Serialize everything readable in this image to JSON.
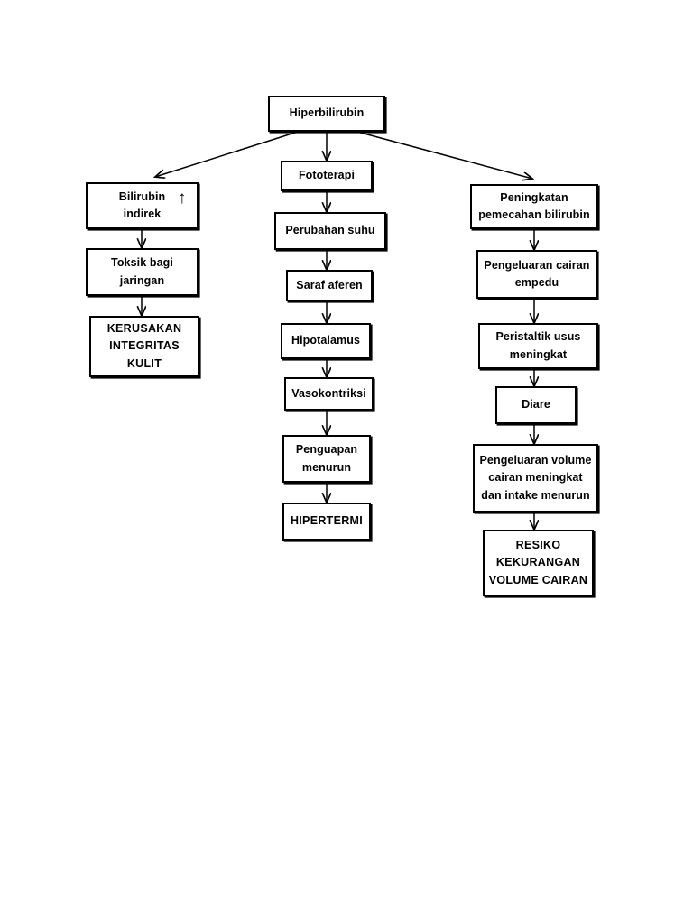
{
  "diagram": {
    "title": "Hiperbilirubin",
    "type": "flowchart",
    "language": "id",
    "root": {
      "id": "hiperbilirubin",
      "label": "Hiperbilirubin"
    },
    "branches": [
      {
        "name": "integritas-kulit",
        "nodes": [
          {
            "id": "bilirubin-indirek",
            "label": "Bilirubin\nindirek",
            "marker": "↑"
          },
          {
            "id": "toksik-bagi-jaringan",
            "label": "Toksik bagi\njaringan"
          },
          {
            "id": "kerusakan-integritas-kulit",
            "label": "KERUSAKAN\nINTEGRITAS\nKULIT",
            "diagnosis": true
          }
        ]
      },
      {
        "name": "hipertermi",
        "nodes": [
          {
            "id": "fototerapi",
            "label": "Fototerapi"
          },
          {
            "id": "perubahan-suhu",
            "label": "Perubahan suhu"
          },
          {
            "id": "saraf-aferen",
            "label": "Saraf aferen"
          },
          {
            "id": "hipotalamus",
            "label": "Hipotalamus"
          },
          {
            "id": "vasokontriksi",
            "label": "Vasokontriksi"
          },
          {
            "id": "penguapan-menurun",
            "label": "Penguapan\nmenurun"
          },
          {
            "id": "hipertermi",
            "label": "HIPERTERMI",
            "diagnosis": true
          }
        ]
      },
      {
        "name": "kekurangan-volume-cairan",
        "nodes": [
          {
            "id": "peningkatan-pemecahan-bilirubin",
            "label": "Peningkatan\npemecahan bilirubin"
          },
          {
            "id": "pengeluaran-cairan-empedu",
            "label": "Pengeluaran cairan\nempedu"
          },
          {
            "id": "peristaltik-usus-meningkat",
            "label": "Peristaltik usus\nmeningkat"
          },
          {
            "id": "diare",
            "label": "Diare"
          },
          {
            "id": "pengeluaran-volume-cairan",
            "label": "Pengeluaran volume\ncairan meningkat\ndan intake menurun"
          },
          {
            "id": "resiko-kekurangan-volume-cairan",
            "label": "RESIKO\nKEKURANGAN\nVOLUME CAIRAN",
            "diagnosis": true
          }
        ]
      }
    ],
    "colors": {
      "background": "#ffffff",
      "stroke": "#000000",
      "text": "#000000"
    }
  }
}
